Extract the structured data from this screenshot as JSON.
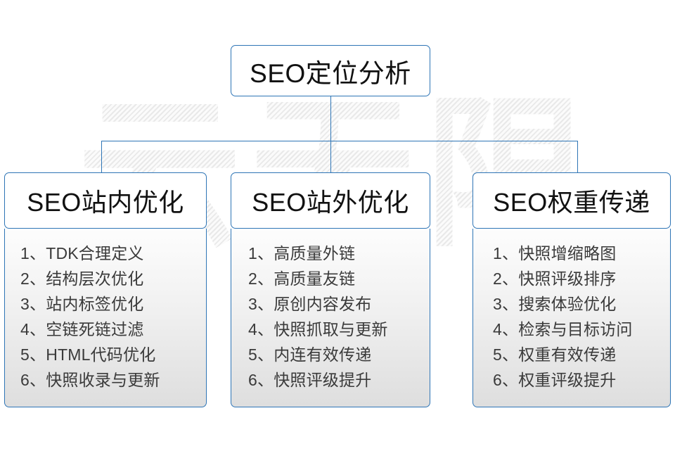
{
  "watermark": {
    "text": "云无限"
  },
  "colors": {
    "border": "#2e75b6",
    "connector": "#2e75b6",
    "text": "#111111",
    "list_text": "#3a3a3a",
    "background": "#ffffff"
  },
  "root": {
    "title": "SEO定位分析"
  },
  "columns": [
    {
      "title": "SEO站内优化",
      "items": [
        "1、TDK合理定义",
        "2、结构层次优化",
        "3、站内标签优化",
        "4、空链死链过滤",
        "5、HTML代码优化",
        "6、快照收录与更新"
      ]
    },
    {
      "title": "SEO站外优化",
      "items": [
        "1、高质量外链",
        "2、高质量友链",
        "3、原创内容发布",
        "4、快照抓取与更新",
        "5、内连有效传递",
        "6、快照评级提升"
      ]
    },
    {
      "title": "SEO权重传递",
      "items": [
        "1、快照增缩略图",
        "2、快照评级排序",
        "3、搜索体验优化",
        "4、检索与目标访问",
        "5、权重有效传递",
        "6、权重评级提升"
      ]
    }
  ]
}
